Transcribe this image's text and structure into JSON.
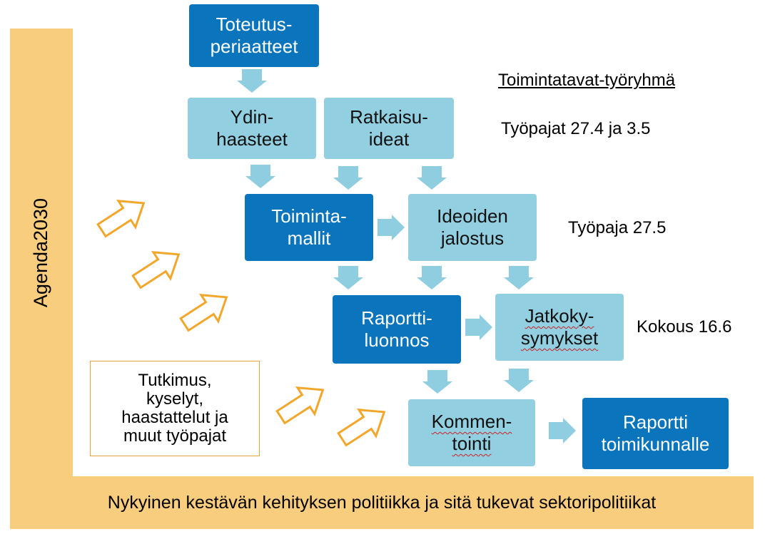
{
  "frame": {
    "left_label": "Agenda2030",
    "bottom_label": "Nykyinen kestävän kehityksen politiikka ja sitä tukevat sektoripolitiikat"
  },
  "boxes": {
    "toteutus": "Toteutus-\nperiaatteet",
    "ydin": "Ydin-\nhaasteet",
    "ratkaisu": "Ratkaisu-\nideat",
    "toiminta": "Toiminta-\nmallit",
    "ideoiden": "Ideoiden\njalostus",
    "raportti_luonnos": "Raportti-\nluonnos",
    "jatko": "Jatkoky-\nsymykset",
    "kommentointi": "Kommen-\ntointi",
    "raportti_toimikunnalle": "Raportti\ntoimikunnalle"
  },
  "source_box": "Tutkimus,\nkyselyt,\nhaastattelut ja\nmuut työpajat",
  "notes": {
    "group": "Toimintatavat-työryhmä",
    "workshops_1": "Työpajat 27.4 ja 3.5",
    "workshop_2": "Työpaja 27.5",
    "meeting": "Kokous 16.6"
  },
  "colors": {
    "frame": "#f8cd7d",
    "dark_box": "#0a74bd",
    "light_box": "#92cfe1",
    "flow_arrow": "#8fcde0",
    "input_arrow": "#f2a62a"
  }
}
